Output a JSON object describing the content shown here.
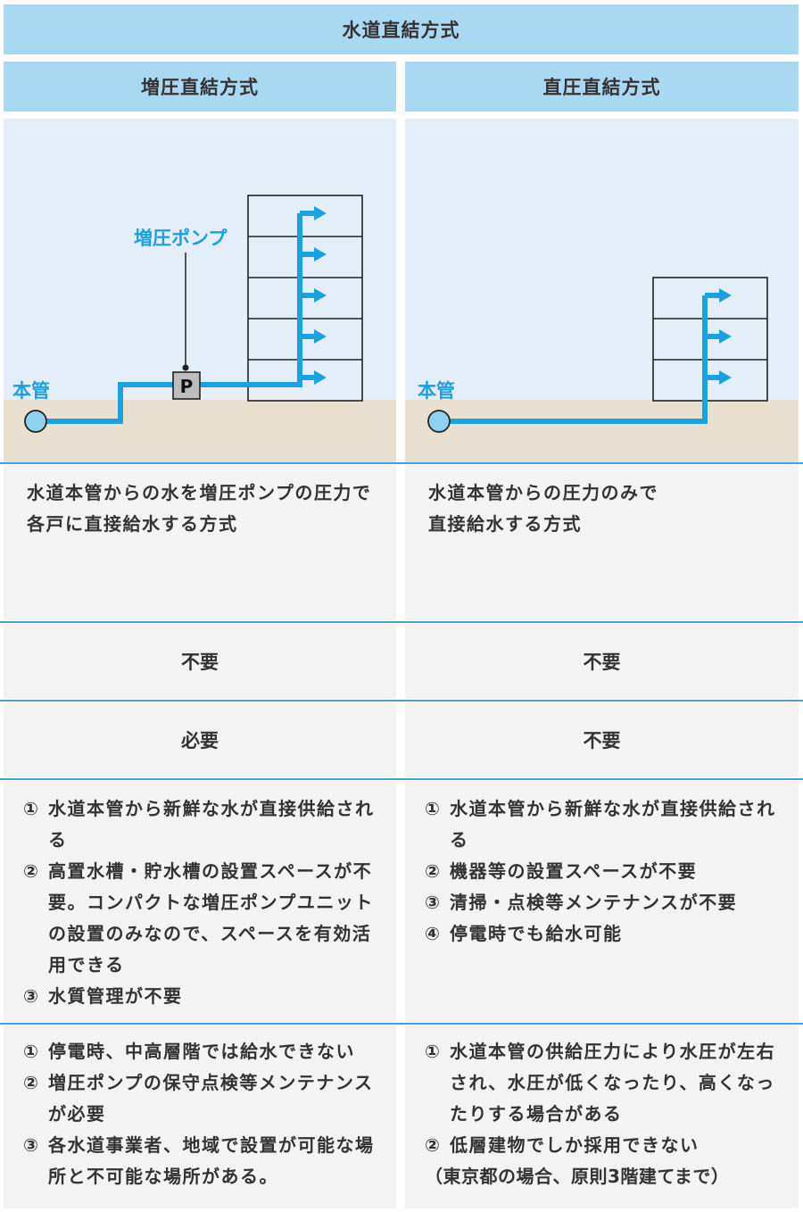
{
  "header": {
    "title": "水道直結方式"
  },
  "columns": [
    {
      "name": "増圧直結方式",
      "diagram": {
        "main_pipe_label": "本管",
        "pump_label": "増圧ポンプ",
        "pump_symbol": "P",
        "floors": 5
      },
      "description": "水道本管からの水を増圧ポンプの圧力で各戸に直接給水する方式",
      "row2": "不要",
      "row3": "必要",
      "merits": [
        {
          "mark": "①",
          "text": "水道本管から新鮮な水が直接供給される"
        },
        {
          "mark": "②",
          "text": "高置水槽・貯水槽の設置スペースが不要。コンパクトな増圧ポンプユニットの設置のみなので、スペースを有効活用できる"
        },
        {
          "mark": "③",
          "text": "水質管理が不要"
        }
      ],
      "demerits": [
        {
          "mark": "①",
          "text": "停電時、中高層階では給水できない"
        },
        {
          "mark": "②",
          "text": "増圧ポンプの保守点検等メンテナンスが必要"
        },
        {
          "mark": "③",
          "text": "各水道事業者、地域で設置が可能な場所と不可能な場所がある。"
        }
      ]
    },
    {
      "name": "直圧直結方式",
      "diagram": {
        "main_pipe_label": "本管",
        "floors": 3
      },
      "description": "水道本管からの圧力のみで直接給水する方式",
      "row2": "不要",
      "row3": "不要",
      "merits": [
        {
          "mark": "①",
          "text": "水道本管から新鮮な水が直接供給される"
        },
        {
          "mark": "②",
          "text": "機器等の設置スペースが不要"
        },
        {
          "mark": "③",
          "text": "清掃・点検等メンテナンスが不要"
        },
        {
          "mark": "④",
          "text": "停電時でも給水可能"
        }
      ],
      "demerits": [
        {
          "mark": "①",
          "text": "水道本管の供給圧力により水圧が左右され、水圧が低くなったり、高くなったりする場合がある"
        },
        {
          "mark": "②",
          "text": "低層建物でしか採用できない"
        },
        {
          "mark": "",
          "text": "（東京都の場合、原則3階建てまで）"
        }
      ]
    }
  ],
  "colors": {
    "header": "#a9d9f2",
    "sky": "#e4eef8",
    "ground": "#e8dfcf",
    "pipe": "#1aa1e2",
    "cell": "#f3f3f3",
    "divider": "#4a9fd8"
  }
}
